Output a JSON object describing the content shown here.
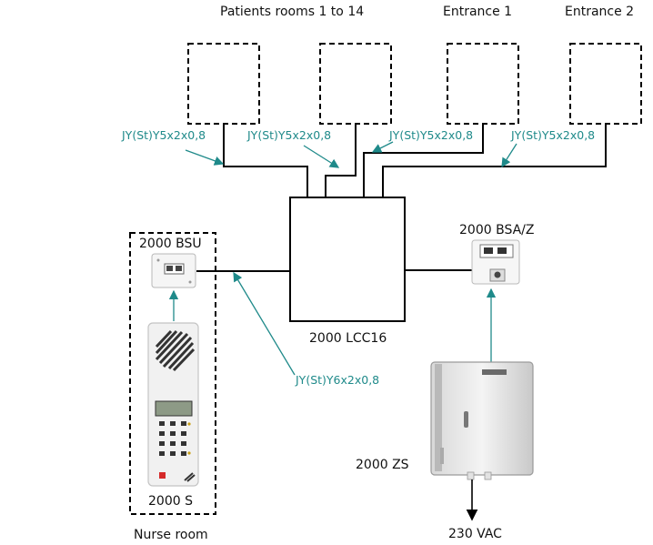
{
  "labels": {
    "patients_rooms": "Patients rooms 1 to 14",
    "entrance1": "Entrance 1",
    "entrance2": "Entrance 2",
    "cable1": "JY(St)Y5x2x0,8",
    "cable2": "JY(St)Y5x2x0,8",
    "cable3": "JY(St)Y5x2x0,8",
    "cable4": "JY(St)Y5x2x0,8",
    "cable_bsu": "JY(St)Y6x2x0,8",
    "bsu": "2000 BSU",
    "bsa": "2000 BSA/Z",
    "lcc": "2000 LCC16",
    "zs": "2000 ZS",
    "s": "2000 S",
    "nurse_room": "Nurse room",
    "vac": "230 VAC"
  },
  "colors": {
    "wire": "#000000",
    "cable_label": "#1f8a8a"
  }
}
